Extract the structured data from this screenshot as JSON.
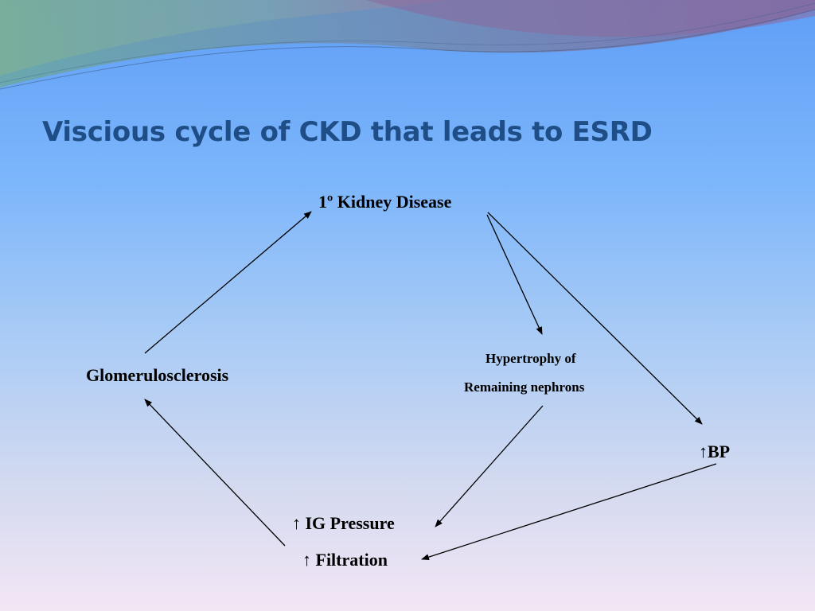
{
  "slide": {
    "title": "Viscious cycle of CKD that leads to ESRD"
  },
  "diagram": {
    "nodes": {
      "primary_kidney_disease": "1º Kidney Disease",
      "glomerulosclerosis": "Glomerulosclerosis",
      "hypertrophy_line1": "Hypertrophy of",
      "hypertrophy_line2": "Remaining nephrons",
      "bp": "↑BP",
      "ig_pressure": "↑ IG Pressure",
      "filtration": "↑ Filtration"
    },
    "edges": [
      {
        "from": "glomerulosclerosis",
        "to": "primary_kidney_disease"
      },
      {
        "from": "primary_kidney_disease",
        "to": "hypertrophy"
      },
      {
        "from": "primary_kidney_disease",
        "to": "bp"
      },
      {
        "from": "hypertrophy",
        "to": "ig_pressure"
      },
      {
        "from": "bp",
        "to": "filtration"
      },
      {
        "from": "filtration",
        "to": "glomerulosclerosis"
      }
    ]
  },
  "colors": {
    "title": "#1f4e86",
    "text": "#000000",
    "background_top": "#5f9ef6",
    "background_bottom": "#f3e6f5",
    "wave_teal": "#5aa59a",
    "wave_purple": "#8a6a9c"
  }
}
